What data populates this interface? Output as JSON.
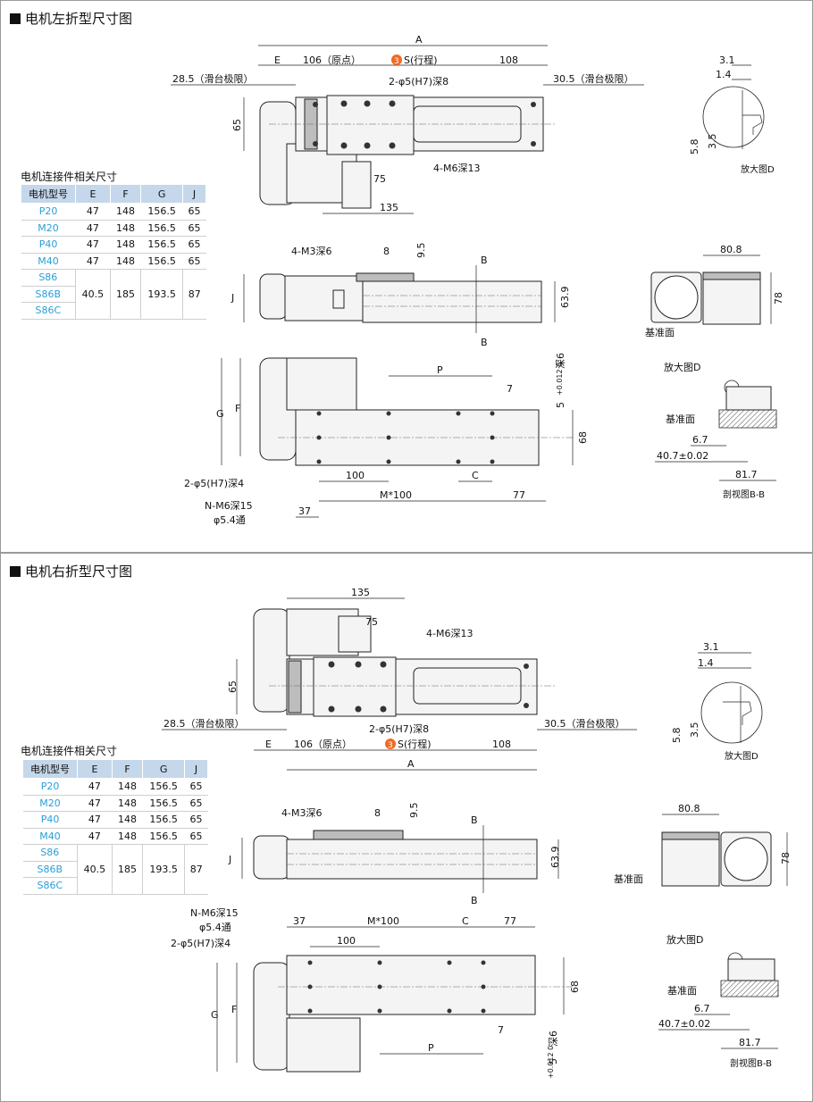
{
  "sections": [
    {
      "title": "电机左折型尺寸图",
      "table_caption": "电机连接件相关尺寸",
      "labels": {
        "A": "A",
        "E": "E",
        "d106": "106（原点）",
        "stroke_badge": "3",
        "stroke": "S(行程)",
        "d108": "108",
        "d285": "28.5（滑台极限）",
        "d305": "30.5（滑台极限）",
        "pin8": "2-φ5(H7)深8",
        "d65": "65",
        "d75": "75",
        "m6d13": "4-M6深13",
        "d135": "135",
        "m3d6": "4-M3深6",
        "d8": "8",
        "d95": "9.5",
        "B": "B",
        "J": "J",
        "d639": "63.9",
        "G": "G",
        "F": "F",
        "P": "P",
        "d7": "7",
        "tol": "+0.012 0",
        "deep6": "深6",
        "d5": "5",
        "d68": "68",
        "pin4": "2-φ5(H7)深4",
        "d100": "100",
        "C": "C",
        "M100": "M*100",
        "d77": "77",
        "nm6": "N-M6深15",
        "thru": "φ5.4通",
        "d37": "37",
        "d31": "3.1",
        "d14": "1.4",
        "d58": "5.8",
        "d35": "3.5",
        "zoomD": "放大图D",
        "d808": "80.8",
        "d78": "78",
        "datum": "基准面",
        "zoomD2": "放大图D",
        "datum2": "基准面",
        "d67": "6.7",
        "d407": "40.7±0.02",
        "d817": "81.7",
        "section": "剖视图B-B"
      }
    },
    {
      "title": "电机右折型尺寸图",
      "table_caption": "电机连接件相关尺寸",
      "labels": {
        "A": "A",
        "E": "E",
        "d106": "106（原点）",
        "stroke_badge": "3",
        "stroke": "S(行程)",
        "d108": "108",
        "d285": "28.5（滑台极限）",
        "d305": "30.5（滑台极限）",
        "pin8": "2-φ5(H7)深8",
        "d65": "65",
        "d75": "75",
        "m6d13": "4-M6深13",
        "d135": "135",
        "m3d6": "4-M3深6",
        "d8": "8",
        "d95": "9.5",
        "B": "B",
        "J": "J",
        "d639": "63.9",
        "G": "G",
        "F": "F",
        "P": "P",
        "d7": "7",
        "tol": "+0.012 0",
        "deep6": "深6",
        "d5": "5",
        "d68": "68",
        "pin4": "2-φ5(H7)深4",
        "d100": "100",
        "C": "C",
        "M100": "M*100",
        "d77": "77",
        "nm6": "N-M6深15",
        "thru": "φ5.4通",
        "d37": "37",
        "d31": "3.1",
        "d14": "1.4",
        "d58": "5.8",
        "d35": "3.5",
        "zoomD": "放大图D",
        "d808": "80.8",
        "d78": "78",
        "datum": "基准面",
        "zoomD2": "放大图D",
        "datum2": "基准面",
        "d67": "6.7",
        "d407": "40.7±0.02",
        "d817": "81.7",
        "section": "剖视图B-B"
      }
    }
  ],
  "table": {
    "headers": [
      "电机型号",
      "E",
      "F",
      "G",
      "J"
    ],
    "rows": [
      {
        "model": "P20",
        "E": "47",
        "F": "148",
        "G": "156.5",
        "J": "65"
      },
      {
        "model": "M20",
        "E": "47",
        "F": "148",
        "G": "156.5",
        "J": "65"
      },
      {
        "model": "P40",
        "E": "47",
        "F": "148",
        "G": "156.5",
        "J": "65"
      },
      {
        "model": "M40",
        "E": "47",
        "F": "148",
        "G": "156.5",
        "J": "65"
      }
    ],
    "group_models": [
      "S86",
      "S86B",
      "S86C"
    ],
    "group_values": {
      "E": "40.5",
      "F": "185",
      "G": "193.5",
      "J": "87"
    }
  }
}
